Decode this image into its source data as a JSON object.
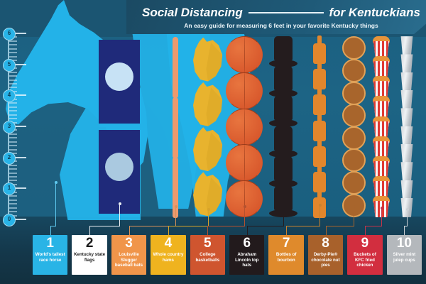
{
  "header": {
    "title_left": "Social Distancing",
    "title_right": "for Kentuckians",
    "subtitle": "An easy guide for measuring 6 feet in your favorite Kentucky things"
  },
  "ruler": {
    "unit_markers": [
      "6",
      "5",
      "4",
      "3",
      "2",
      "1",
      "0"
    ],
    "max_feet": 6
  },
  "items": [
    {
      "num": "1",
      "label": "World's tallest race horse",
      "count": 1,
      "card_bg": "#29b4e6",
      "num_color": "#ffffff",
      "text_color": "#ffffff",
      "connector": "#5fc9ef"
    },
    {
      "num": "2",
      "label": "Kentucky state flags",
      "count": 2,
      "card_bg": "#ffffff",
      "num_color": "#1b1b1b",
      "text_color": "#1b1b1b",
      "connector": "#e8eef2"
    },
    {
      "num": "3",
      "label": "Louisville Slugger baseball bats",
      "count": 3,
      "card_bg": "#f0954a",
      "num_color": "#ffffff",
      "text_color": "#ffffff",
      "connector": "#d8925a"
    },
    {
      "num": "4",
      "label": "Whole country hams",
      "count": 4,
      "card_bg": "#efb31f",
      "num_color": "#ffffff",
      "text_color": "#ffffff",
      "connector": "#d8a42a"
    },
    {
      "num": "5",
      "label": "College basketballs",
      "count": 5,
      "card_bg": "#cf552f",
      "num_color": "#ffffff",
      "text_color": "#ffffff",
      "connector": "#b4512f"
    },
    {
      "num": "6",
      "label": "Abraham Lincoln top hats",
      "count": 6,
      "card_bg": "#221a1c",
      "num_color": "#ffffff",
      "text_color": "#ffffff",
      "connector": "#241c1e"
    },
    {
      "num": "7",
      "label": "Bottles of bourbon",
      "count": 7,
      "card_bg": "#df8a2c",
      "num_color": "#ffffff",
      "text_color": "#ffffff",
      "connector": "#c9822f"
    },
    {
      "num": "8",
      "label": "Derby-Pie® chocolate nut pies",
      "count": 8,
      "card_bg": "#a8612b",
      "num_color": "#ffffff",
      "text_color": "#ffffff",
      "connector": "#a8652c"
    },
    {
      "num": "9",
      "label": "Buckets of KFC fried chicken",
      "count": 9,
      "card_bg": "#d22e3f",
      "num_color": "#ffffff",
      "text_color": "#ffffff",
      "connector": "#c4344a"
    },
    {
      "num": "10",
      "label": "Silver mint julep cups",
      "count": 10,
      "card_bg": "#b4b8bc",
      "num_color": "#ffffff",
      "text_color": "#ffffff",
      "connector": "#cdd2d6"
    }
  ],
  "colors": {
    "background_sky": "#1d6485",
    "background_ground": "#14374a",
    "accent_cyan": "#23b2e8",
    "header_bg": "#1f5a78"
  }
}
